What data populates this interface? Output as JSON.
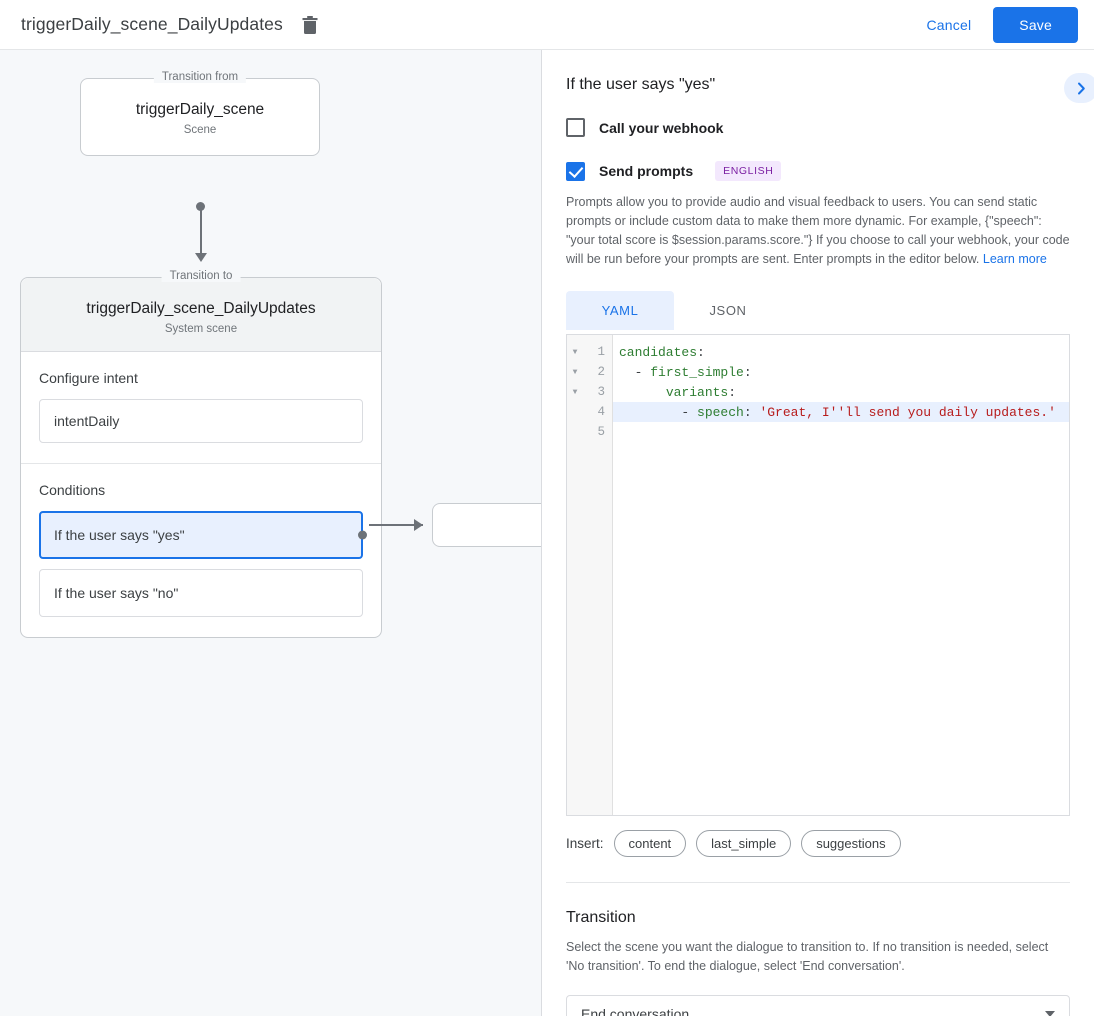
{
  "topbar": {
    "title": "triggerDaily_scene_DailyUpdates",
    "delete_icon": "trash-icon",
    "cancel_label": "Cancel",
    "save_label": "Save"
  },
  "canvas": {
    "from_node": {
      "legend": "Transition from",
      "title": "triggerDaily_scene",
      "subtitle": "Scene"
    },
    "to_node": {
      "legend": "Transition to",
      "title": "triggerDaily_scene_DailyUpdates",
      "subtitle": "System scene"
    },
    "intent_section": {
      "label": "Configure intent",
      "value": "intentDaily"
    },
    "conditions_section": {
      "label": "Conditions",
      "items": [
        {
          "label": "If the user says \"yes\"",
          "selected": true
        },
        {
          "label": "If the user says \"no\"",
          "selected": false
        }
      ]
    }
  },
  "panel": {
    "title": "If the user says \"yes\"",
    "expand_icon": "chevron-right-icon",
    "webhook": {
      "label": "Call your webhook",
      "checked": false
    },
    "prompts": {
      "label": "Send prompts",
      "checked": true,
      "badge": "ENGLISH",
      "description": "Prompts allow you to provide audio and visual feedback to users. You can send static prompts or include custom data to make them more dynamic. For example, {\"speech\": \"your total score is $session.params.score.\"} If you choose to call your webhook, your code will be run before your prompts are sent. Enter prompts in the editor below.",
      "learn_more": "Learn more"
    },
    "editor": {
      "tabs": [
        {
          "label": "YAML",
          "active": true
        },
        {
          "label": "JSON",
          "active": false
        }
      ],
      "lines": [
        {
          "num": "1",
          "fold": "▼",
          "active": false,
          "tokens": [
            {
              "t": "candidates",
              "c": "k"
            },
            {
              "t": ":",
              "c": "p"
            }
          ]
        },
        {
          "num": "2",
          "fold": "▼",
          "active": false,
          "tokens": [
            {
              "t": "  - ",
              "c": "p"
            },
            {
              "t": "first_simple",
              "c": "k"
            },
            {
              "t": ":",
              "c": "p"
            }
          ]
        },
        {
          "num": "3",
          "fold": "▼",
          "active": false,
          "tokens": [
            {
              "t": "      ",
              "c": "p"
            },
            {
              "t": "variants",
              "c": "k"
            },
            {
              "t": ":",
              "c": "p"
            }
          ]
        },
        {
          "num": "4",
          "fold": "",
          "active": true,
          "tokens": [
            {
              "t": "        - ",
              "c": "p"
            },
            {
              "t": "speech",
              "c": "k"
            },
            {
              "t": ": ",
              "c": "p"
            },
            {
              "t": "'Great, I''ll send you daily updates.'",
              "c": "s"
            }
          ]
        },
        {
          "num": "5",
          "fold": "",
          "active": false,
          "tokens": []
        }
      ],
      "insert_label": "Insert:",
      "chips": [
        "content",
        "last_simple",
        "suggestions"
      ]
    },
    "transition": {
      "title": "Transition",
      "description": "Select the scene you want the dialogue to transition to. If no transition is needed, select 'No transition'. To end the dialogue, select 'End conversation'.",
      "selected": "End conversation"
    }
  },
  "colors": {
    "accent": "#1a73e8",
    "selected_bg": "#e8f0fe",
    "badge_bg": "#f3e8fd",
    "badge_fg": "#7b1fa2",
    "canvas_bg": "#f6f8fa"
  }
}
